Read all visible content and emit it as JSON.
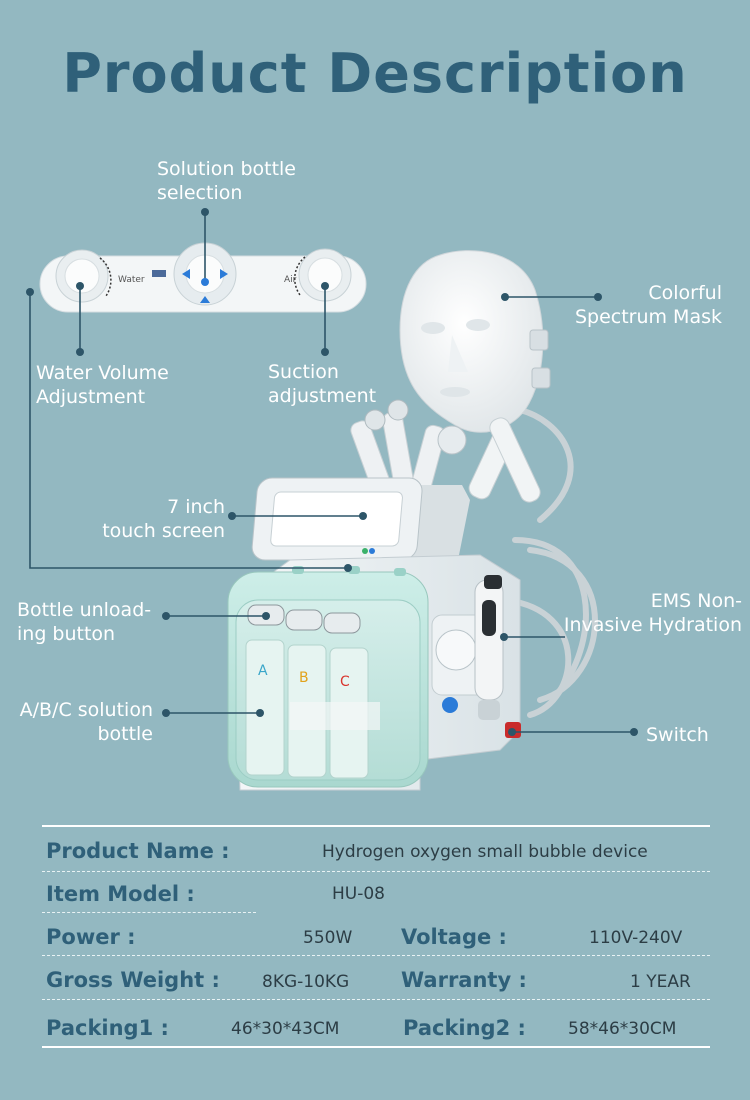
{
  "title": "Product Description",
  "labels": {
    "solution_bottle_selection": [
      "Solution bottle",
      "selection"
    ],
    "water_volume": [
      "Water Volume",
      "Adjustment"
    ],
    "suction": [
      "Suction",
      "adjustment"
    ],
    "mask": [
      "Colorful",
      "Spectrum Mask"
    ],
    "touch_screen": [
      "7 inch",
      "touch screen"
    ],
    "bottle_unload": [
      "Bottle unload-",
      "ing button"
    ],
    "ems": [
      "EMS Non-",
      "Invasive Hydration"
    ],
    "abc_bottle": [
      "A/B/C solution",
      "bottle"
    ],
    "switch": "Switch"
  },
  "panel_text": {
    "water": "Water",
    "air": "Air",
    "letters": [
      "A",
      "B",
      "C"
    ]
  },
  "specs": {
    "product_name": {
      "key": "Product Name :",
      "value": "Hydrogen oxygen small bubble device"
    },
    "item_model": {
      "key": "Item Model :",
      "value": "HU-08"
    },
    "power": {
      "key": "Power :",
      "value": "550W"
    },
    "voltage": {
      "key": "Voltage :",
      "value": "110V-240V"
    },
    "gross_weight": {
      "key": "Gross Weight :",
      "value": "8KG-10KG"
    },
    "warranty": {
      "key": "Warranty :",
      "value": "1 YEAR"
    },
    "packing1": {
      "key": "Packing1 :",
      "value": "46*30*43CM"
    },
    "packing2": {
      "key": "Packing2 :",
      "value": "58*46*30CM"
    }
  },
  "colors": {
    "background": "#93b8c1",
    "title": "#2f6079",
    "device_teal": "#bfe3dc",
    "accent_blue": "#2b7bd8"
  }
}
